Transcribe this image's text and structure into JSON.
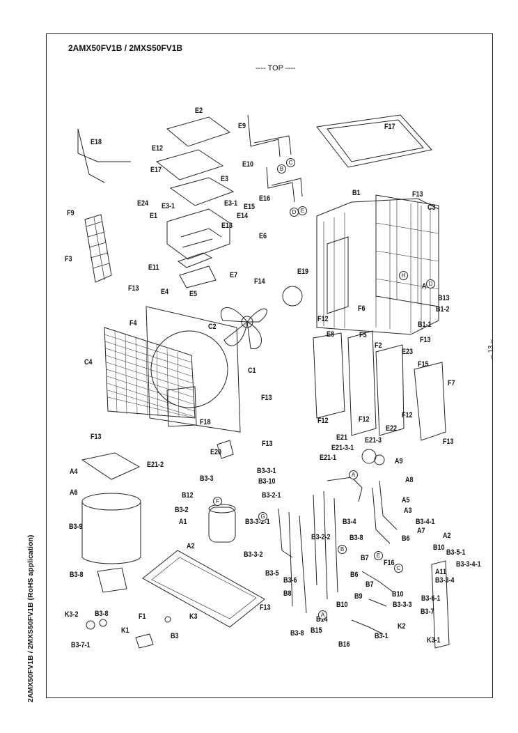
{
  "document": {
    "model_title": "2AMX50FV1B / 2MXS50FV1B",
    "view_label": "---- TOP ----",
    "side_caption": "2AMX50FV1B / 2MXS50FV1B (RoHS application)",
    "page_number": "– 13 –"
  },
  "diagram": {
    "part_labels": [
      "E2",
      "E9",
      "F17",
      "E18",
      "E12",
      "E10",
      "E17",
      "E3",
      "F13",
      "E24",
      "E3-1",
      "E3-1",
      "E16",
      "B1",
      "C3",
      "F9",
      "E1",
      "E15",
      "E14",
      "E13",
      "E6",
      "F3",
      "E11",
      "F13",
      "E7",
      "E19",
      "F14",
      "E4",
      "E5",
      "H",
      "A",
      "B13",
      "F6",
      "F12",
      "B1-2",
      "F4",
      "C2",
      "B1-1",
      "F13",
      "E8",
      "F5",
      "F2",
      "E23",
      "C4",
      "C1",
      "F15",
      "F7",
      "F13",
      "F18",
      "F12",
      "F12",
      "E22",
      "F12",
      "F13",
      "F13",
      "F13",
      "E21-2",
      "E21",
      "E21-3",
      "E21-3-1",
      "E21-1",
      "A9",
      "A4",
      "E20",
      "B3-3",
      "B3-3-1",
      "B3-10",
      "A8",
      "A6",
      "B12",
      "B3-2-1",
      "A5",
      "B3-2",
      "A3",
      "A1",
      "B3-3-2-1",
      "B3-2-2",
      "B3-4",
      "B3-4-1",
      "A7",
      "B3-9",
      "B3-8",
      "B6",
      "A2",
      "A2",
      "B3-3-2",
      "B3-5",
      "B7",
      "B10",
      "B3-5-1",
      "F16",
      "B3-3-4-1",
      "B3-6",
      "B6",
      "A11",
      "B3-8",
      "B7",
      "B3-3-4",
      "B8",
      "B10",
      "B3-6-1",
      "B9",
      "B3-3-3",
      "F13",
      "F1",
      "K3",
      "K3-2",
      "B3-8",
      "B10",
      "B3-7",
      "B14",
      "K2",
      "K1",
      "B3",
      "B3-8",
      "B15",
      "B3-1",
      "K3-1",
      "B3-7-1",
      "B16"
    ],
    "connector_markers": [
      "B",
      "C",
      "D",
      "E",
      "G",
      "F",
      "A",
      "H",
      "D",
      "E",
      "C",
      "B",
      "A"
    ]
  }
}
